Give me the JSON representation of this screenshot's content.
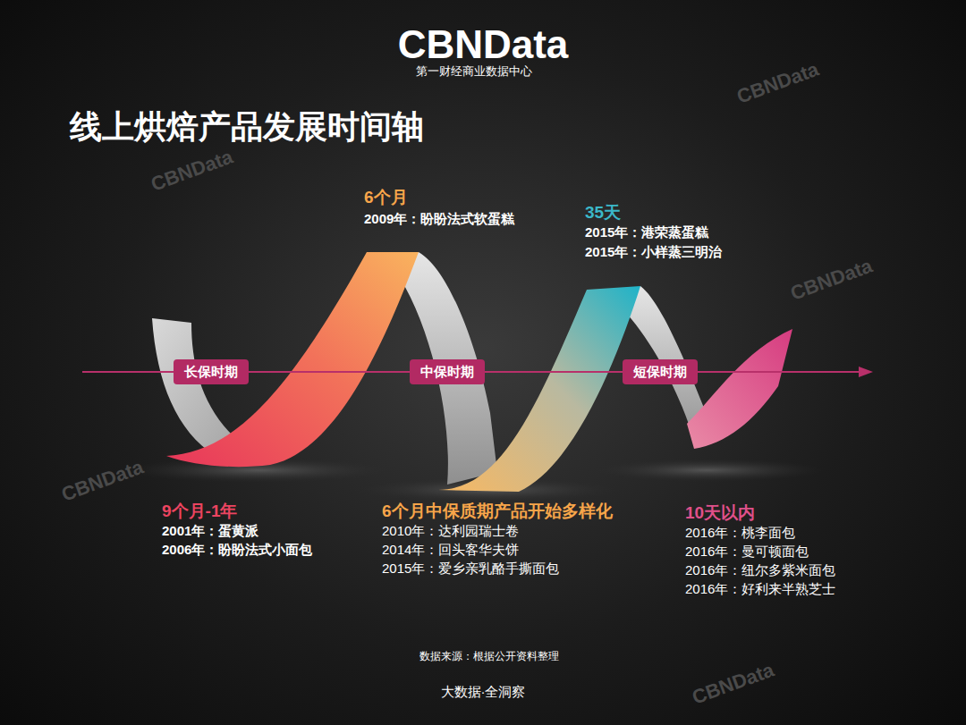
{
  "diagram": {
    "title": "线上烘焙产品发展时间轴",
    "nodes": [
      {
        "text": [
          "长保时期"
        ]
      },
      {
        "text": [
          "中保时期"
        ]
      },
      {
        "text": [
          "短保时期"
        ]
      }
    ],
    "labels": [
      "CBNData",
      "第一财经商业数据中心",
      "6个月",
      "2009年：盼盼法式软蛋糕",
      "35天",
      "2015年：港荣蒸蛋糕",
      "2015年：小样蒸三明治",
      "9个月-1年",
      "2001年：蛋黄派",
      "2006年：盼盼法式小面包",
      "6个月中保质期产品开始多样化",
      "2010年：达利园瑞士卷",
      "2014年：回头客华夫饼",
      "2015年：爱乡亲乳酪手撕面包",
      "10天以内",
      "2016年：桃李面包",
      "2016年：曼可顿面包",
      "2016年：纽尔多紫米面包",
      "2016年：好利来半熟芝士",
      "数据来源：根据公开资料整理",
      "大数据·全洞察",
      "CBNData",
      "CBNData",
      "CBNData",
      "CBNData",
      "CBNData"
    ]
  }
}
